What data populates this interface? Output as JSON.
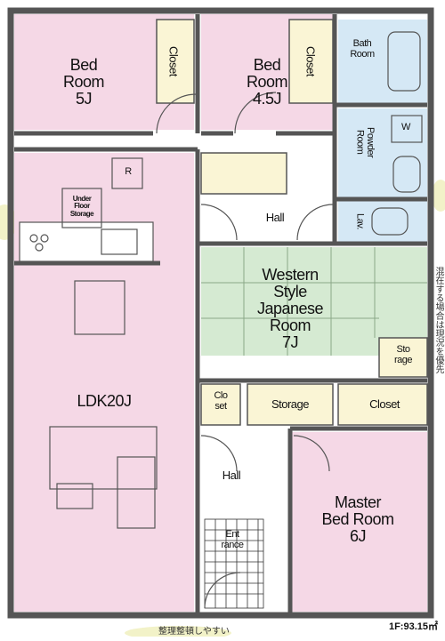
{
  "rooms": {
    "bed_5j": "Bed\nRoom\n5J",
    "bed_45j": "Bed\nRoom\n4.5J",
    "closet_top1": "Closet",
    "closet_top2": "Closet",
    "bath": "Bath\nRoom",
    "powder": "Powder\nRoom",
    "w": "W",
    "r": "R",
    "under_floor": "Under\nFloor\nStorage",
    "hall_top": "Hall",
    "lav": "Lav.",
    "western": "Western\nStyle\nJapanese\nRoom\n7J",
    "storage_small": "Sto\nrage",
    "ldk": "LDK20J",
    "closet_small": "Clo\nset",
    "storage_mid": "Storage",
    "closet_mid": "Closet",
    "hall_bottom": "Hall",
    "entrance": "Ent\nrance",
    "master": "Master\nBed Room\n6J"
  },
  "area": "1F:93.15㎡",
  "side_text": "混在する場合は現況を優先",
  "bottom_text": "整理整頓しやすい",
  "colors": {
    "pink": "#f5d8e6",
    "green": "#d5ead2",
    "blue": "#d5e8f5",
    "yellow": "#faf5d5",
    "wall": "#555555",
    "floor_white": "#ffffff"
  }
}
